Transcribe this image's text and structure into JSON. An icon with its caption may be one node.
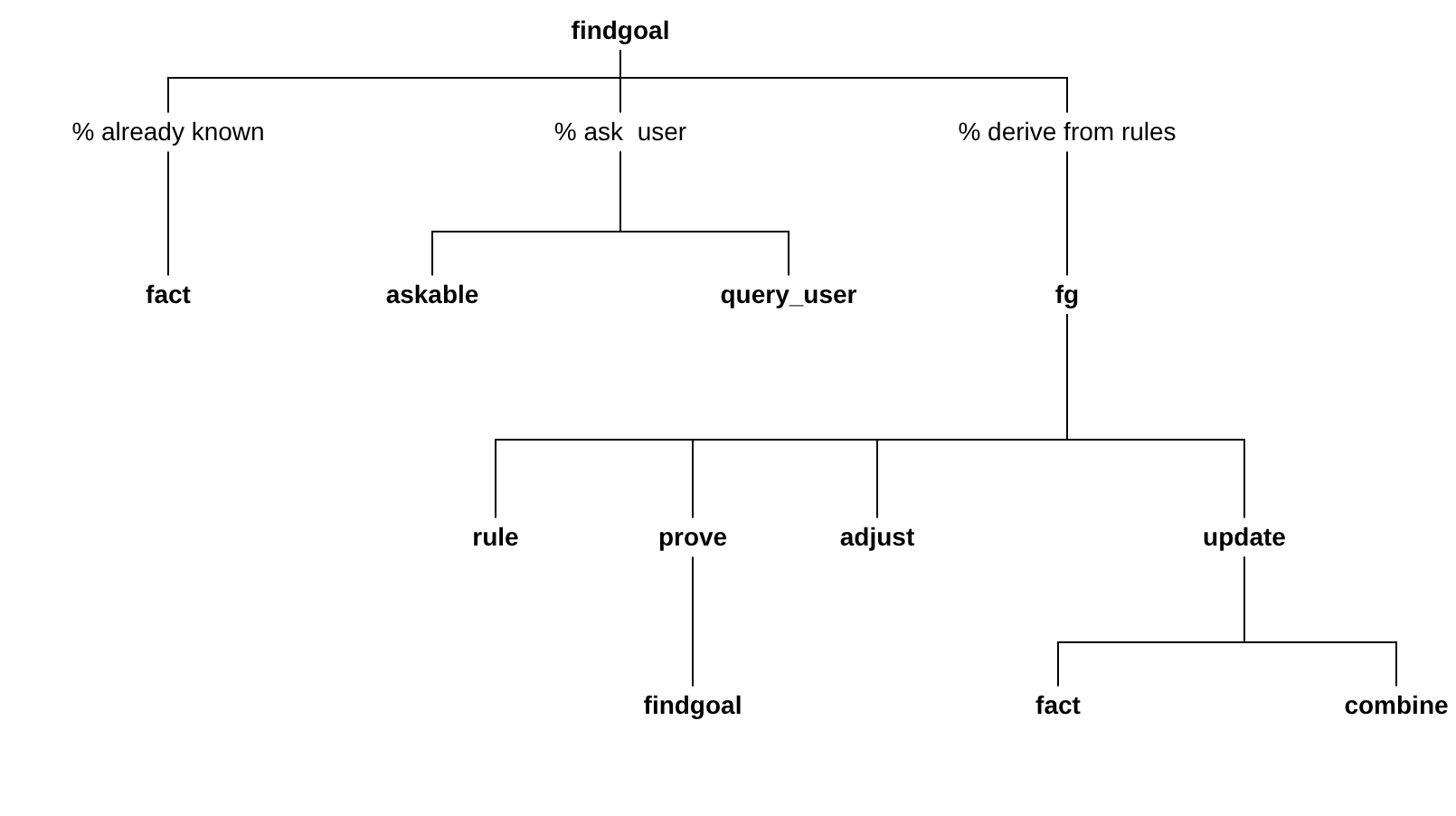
{
  "diagram": {
    "nodes": [
      {
        "text": [
          "findgoal"
        ]
      },
      {
        "text": [
          "% already known"
        ]
      },
      {
        "text": [
          "% ask  user"
        ]
      },
      {
        "text": [
          "% derive from rules"
        ]
      },
      {
        "text": [
          "fact"
        ]
      },
      {
        "text": [
          "askable"
        ]
      },
      {
        "text": [
          "query_user"
        ]
      },
      {
        "text": [
          "fg"
        ]
      },
      {
        "text": [
          "rule"
        ]
      },
      {
        "text": [
          "prove"
        ]
      },
      {
        "text": [
          "adjust"
        ]
      },
      {
        "text": [
          "update"
        ]
      },
      {
        "text": [
          "findgoal"
        ]
      },
      {
        "text": [
          "fact"
        ]
      },
      {
        "text": [
          "combine"
        ]
      }
    ],
    "edges": [
      {
        "from": 0,
        "to": 1,
        "arrow": "none"
      },
      {
        "from": 0,
        "to": 2,
        "arrow": "none"
      },
      {
        "from": 0,
        "to": 3,
        "arrow": "none"
      },
      {
        "from": 1,
        "to": 4,
        "arrow": "none"
      },
      {
        "from": 2,
        "to": 5,
        "arrow": "none"
      },
      {
        "from": 2,
        "to": 6,
        "arrow": "none"
      },
      {
        "from": 3,
        "to": 7,
        "arrow": "none"
      },
      {
        "from": 7,
        "to": 8,
        "arrow": "none"
      },
      {
        "from": 7,
        "to": 9,
        "arrow": "none"
      },
      {
        "from": 7,
        "to": 10,
        "arrow": "none"
      },
      {
        "from": 7,
        "to": 11,
        "arrow": "none"
      },
      {
        "from": 9,
        "to": 12,
        "arrow": "none"
      },
      {
        "from": 11,
        "to": 13,
        "arrow": "none"
      },
      {
        "from": 11,
        "to": 14,
        "arrow": "none"
      }
    ]
  }
}
